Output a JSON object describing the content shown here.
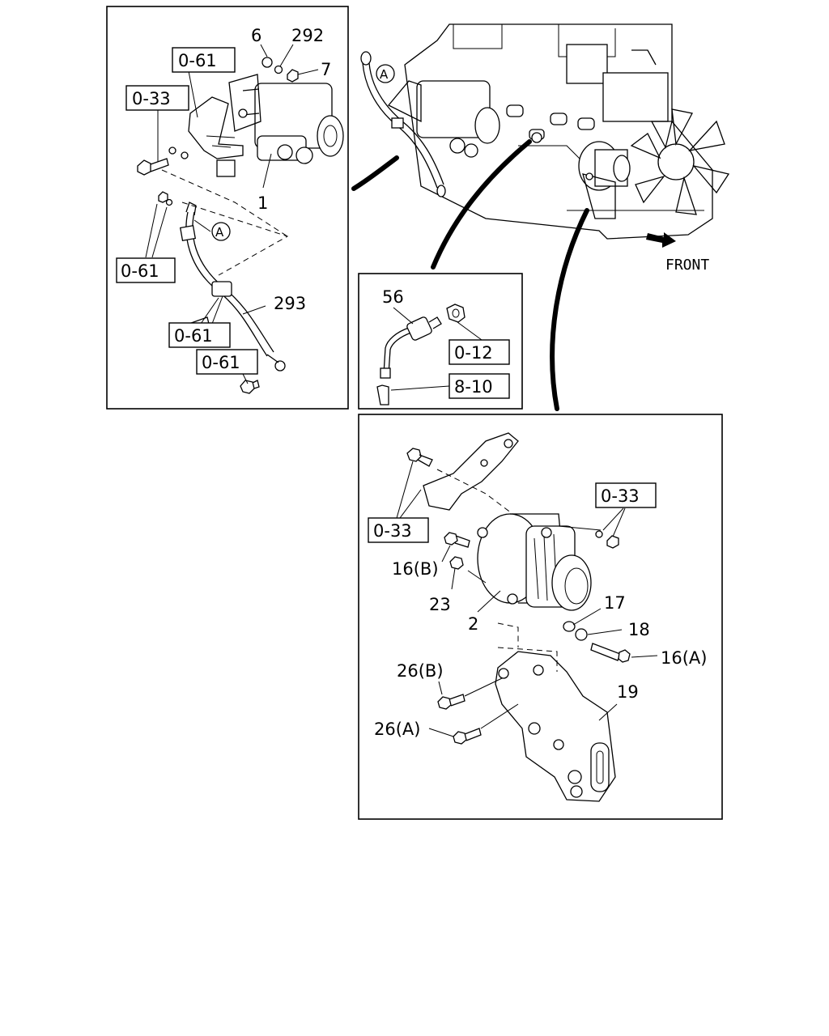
{
  "labels": {
    "p6": "6",
    "p292": "292",
    "p7": "7",
    "p1": "1",
    "p293": "293",
    "p56": "56",
    "p16b": "16(B)",
    "p23": "23",
    "p2": "2",
    "p17": "17",
    "p18": "18",
    "p16a": "16(A)",
    "p26b": "26(B)",
    "p19": "19",
    "p26a": "26(A)"
  },
  "refs": {
    "r061_top": "0-61",
    "r033_left": "0-33",
    "r061_mid": "0-61",
    "r061_low": "0-61",
    "r061_bottom": "0-61",
    "r012": "0-12",
    "r810": "8-10",
    "r033_alt_right": "0-33",
    "r033_alt_left": "0-33"
  },
  "callout": {
    "a_left": "A",
    "a_engine": "A"
  },
  "front_label": "FRONT",
  "icons": [
    "front-arrow-icon"
  ]
}
